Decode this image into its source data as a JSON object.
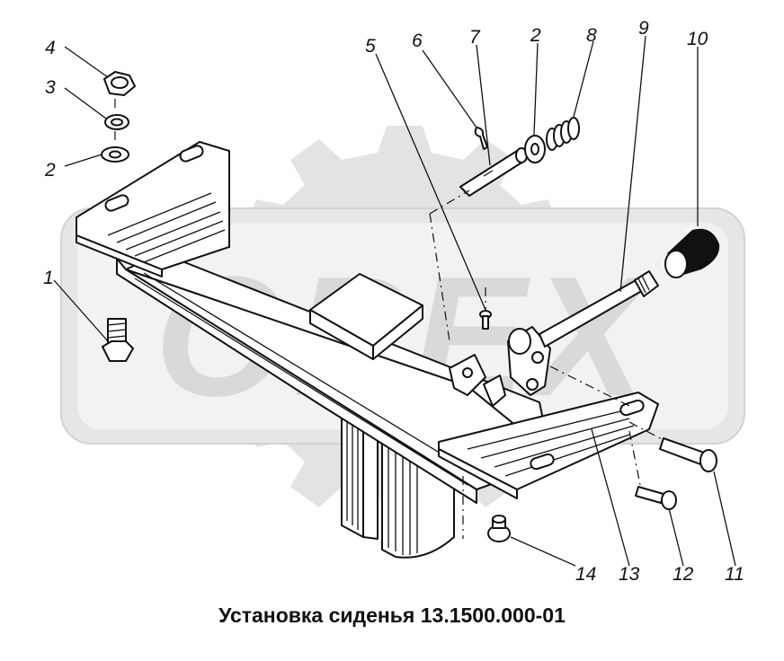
{
  "caption": "Установка сиденья 13.1500.000-01",
  "watermark": {
    "text": "ОРЕХ",
    "color": "#d9d9d9"
  },
  "callouts": [
    {
      "id": "c4a",
      "label": "4"
    },
    {
      "id": "c3",
      "label": "3"
    },
    {
      "id": "c2a",
      "label": "2"
    },
    {
      "id": "c1",
      "label": "1"
    },
    {
      "id": "c5",
      "label": "5"
    },
    {
      "id": "c6",
      "label": "6"
    },
    {
      "id": "c7",
      "label": "7"
    },
    {
      "id": "c2b",
      "label": "2"
    },
    {
      "id": "c8",
      "label": "8"
    },
    {
      "id": "c9",
      "label": "9"
    },
    {
      "id": "c10",
      "label": "10"
    },
    {
      "id": "c14",
      "label": "14"
    },
    {
      "id": "c13",
      "label": "13"
    },
    {
      "id": "c12",
      "label": "12"
    },
    {
      "id": "c11",
      "label": "11"
    }
  ]
}
